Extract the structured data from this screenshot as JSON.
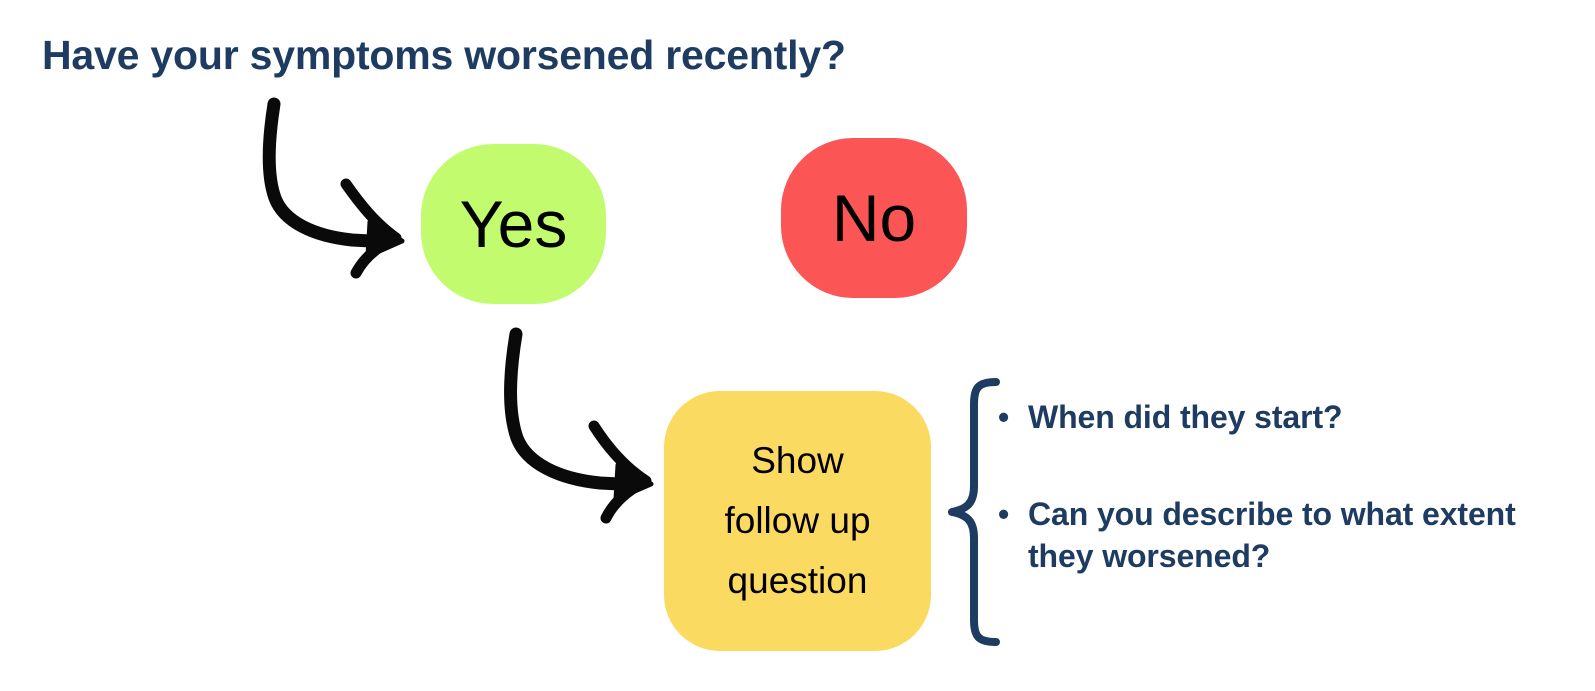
{
  "diagram": {
    "title": "Have your symptoms worsened recently?",
    "title_color": "#1E3C62",
    "background_color": "#FFFFFF",
    "nodes": [
      {
        "id": "yes",
        "label": "Yes",
        "color": "#C2FC6E",
        "text_color": "#000000",
        "shape": "rounded-square"
      },
      {
        "id": "no",
        "label": "No",
        "color": "#FB5555",
        "text_color": "#000000",
        "shape": "rounded-square"
      },
      {
        "id": "followup",
        "label_line_1": "Show",
        "label_line_2": "follow up",
        "label_line_3": "question",
        "color": "#FBDA62",
        "text_color": "#000000",
        "shape": "rounded-square"
      }
    ],
    "connectors": [
      {
        "id": "question-to-yes",
        "style": "hand-drawn-curved-arrow",
        "color": "#000000",
        "from": "title",
        "to": "yes"
      },
      {
        "id": "yes-to-followup",
        "style": "hand-drawn-curved-arrow",
        "color": "#000000",
        "from": "yes",
        "to": "followup"
      }
    ],
    "brace": {
      "id": "followup-brace",
      "color": "#1E3C62",
      "orientation": "left-curly-brace"
    },
    "bullets": {
      "marker": "•",
      "color": "#1E3C62",
      "items": [
        "When did they start?",
        "Can you describe to what extent they worsened?"
      ]
    }
  }
}
